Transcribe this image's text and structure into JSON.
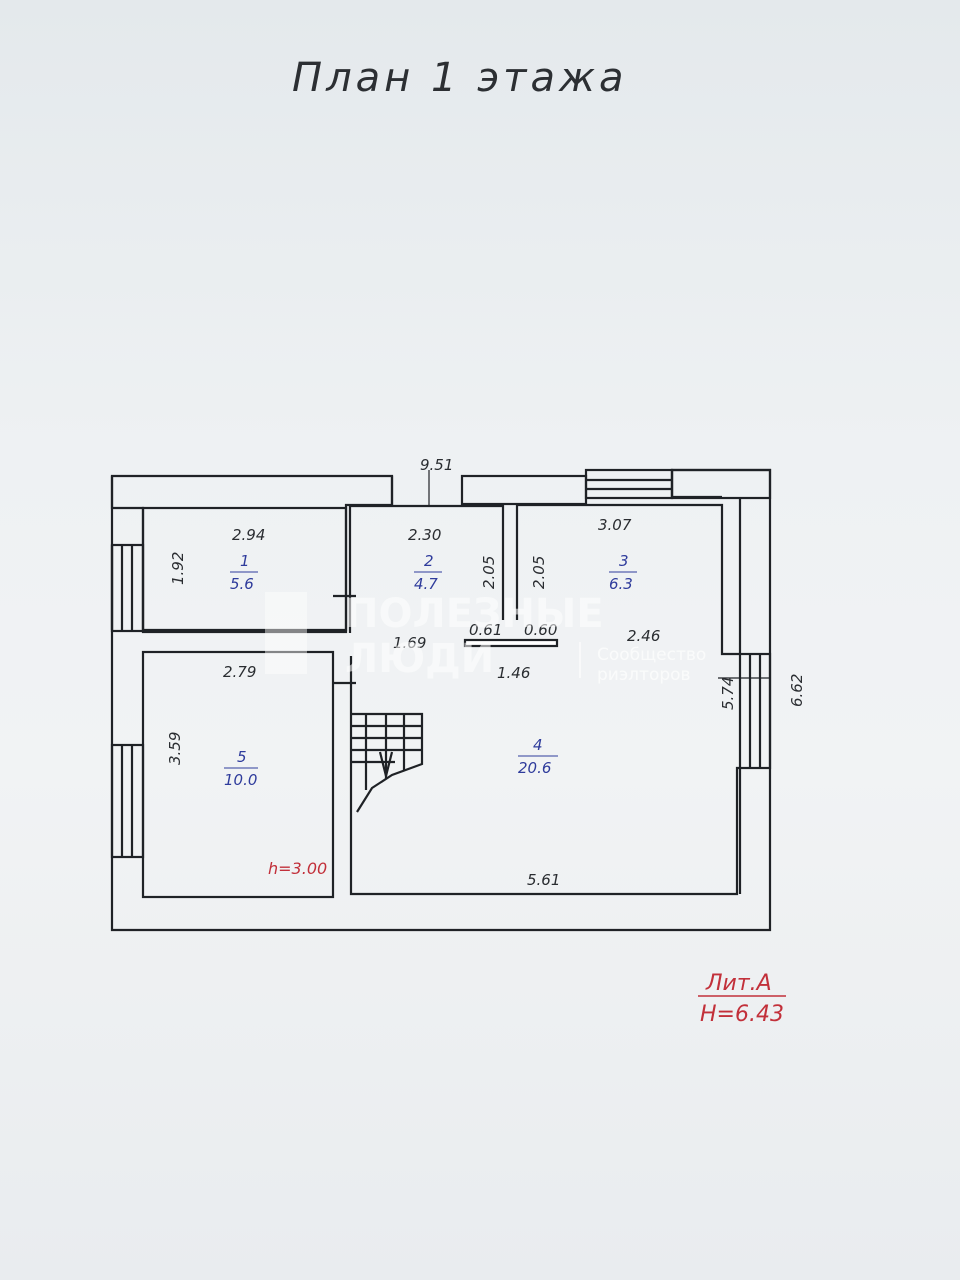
{
  "title": "План 1 этажа",
  "dimensions": {
    "overall_width": "9.51",
    "overall_height": "6.62",
    "room1_width": "2.94",
    "room1_height": "1.92",
    "room2_width": "2.30",
    "room2_height_left": "2.05",
    "room2_height_right": "2.05",
    "room3_width": "3.07",
    "room3_depth": "2.46",
    "opening_left": "0.61",
    "opening_right": "0.60",
    "hall_left": "1.69",
    "hall_mid": "1.46",
    "room5_width": "2.79",
    "room5_height": "3.59",
    "room4_width": "5.61",
    "room4_height": "5.74"
  },
  "rooms": [
    {
      "number": "1",
      "area": "5.6"
    },
    {
      "number": "2",
      "area": "4.7"
    },
    {
      "number": "3",
      "area": "6.3"
    },
    {
      "number": "4",
      "area": "20.6"
    },
    {
      "number": "5",
      "area": "10.0"
    }
  ],
  "ceiling_height": "h=3.00",
  "stamp": {
    "lit": "Лит.А",
    "height": "Н=6.43"
  },
  "watermark": {
    "line1": "ПОЛЕЗНЫЕ",
    "line2": "ЛЮДИ",
    "line3": "Сообщество",
    "line4": "риэлторов"
  }
}
